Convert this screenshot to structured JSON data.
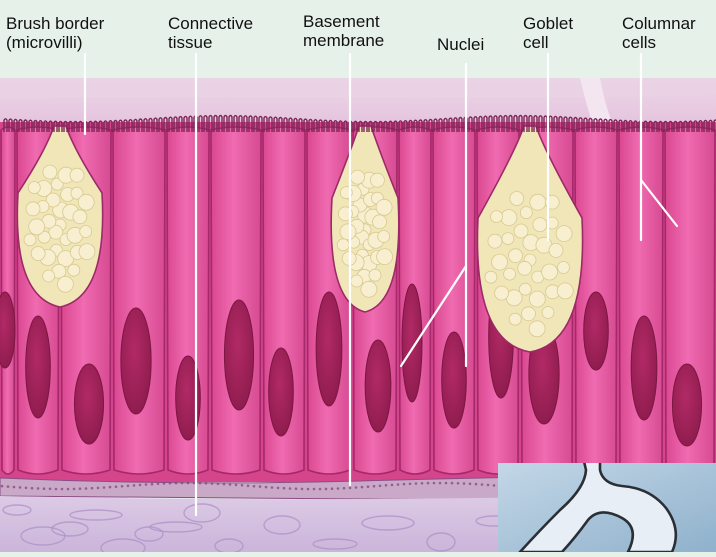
{
  "labels": {
    "brush_border": [
      "Brush border",
      "(microvilli)"
    ],
    "connective_tissue": [
      "Connective",
      "tissue"
    ],
    "basement_membrane": [
      "Basement",
      "membrane"
    ],
    "nuclei": "Nuclei",
    "goblet_cell": [
      "Goblet",
      "cell"
    ],
    "columnar_cells": [
      "Columnar",
      "cells"
    ]
  },
  "colors": {
    "background": "#e6f2e9",
    "lumen": "#e6c6df",
    "columnar_cell": "#e95aa5",
    "cell_outline": "#b02c73",
    "nucleus": "#9c1f55",
    "goblet_mucus": "#efe4b5",
    "connective_tissue": "#d9c7e4",
    "inset_box": "#a8c6dd"
  }
}
